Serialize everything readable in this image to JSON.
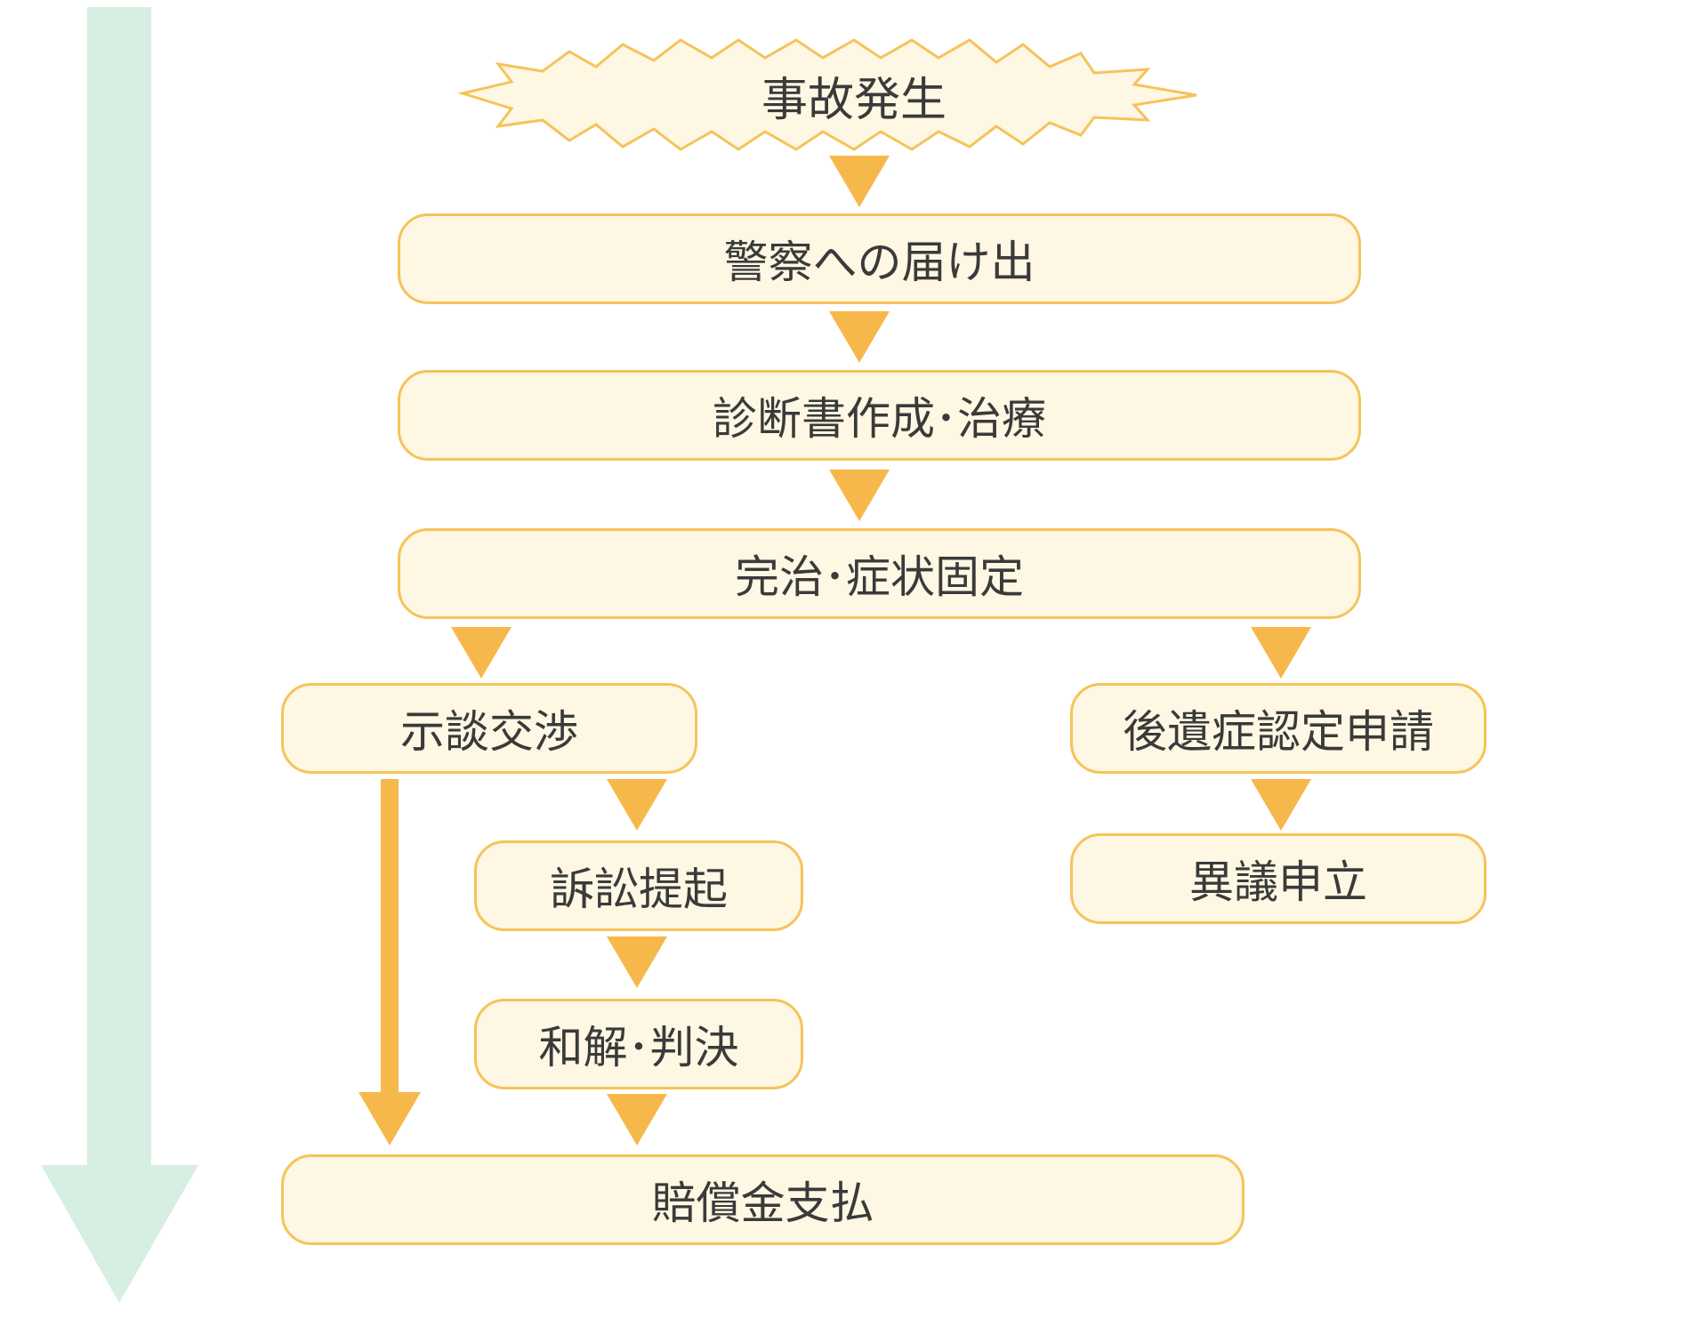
{
  "start": "事故発生",
  "steps": {
    "police_report": "警察への届け出",
    "diagnosis_treatment": "診断書作成･治療",
    "recovery_fixed": "完治･症状固定",
    "negotiation": "示談交渉",
    "lawsuit": "訴訟提起",
    "settlement_judgment": "和解･判決",
    "compensation_payment": "賠償金支払",
    "disability_certification": "後遺症認定申請",
    "objection": "異議申立"
  },
  "colors": {
    "box_fill": "#fdf7e3",
    "box_border": "#f6c35a",
    "arrow": "#f7b84b",
    "timeline_arrow": "#d6efe2",
    "text": "#3a3a3a"
  }
}
